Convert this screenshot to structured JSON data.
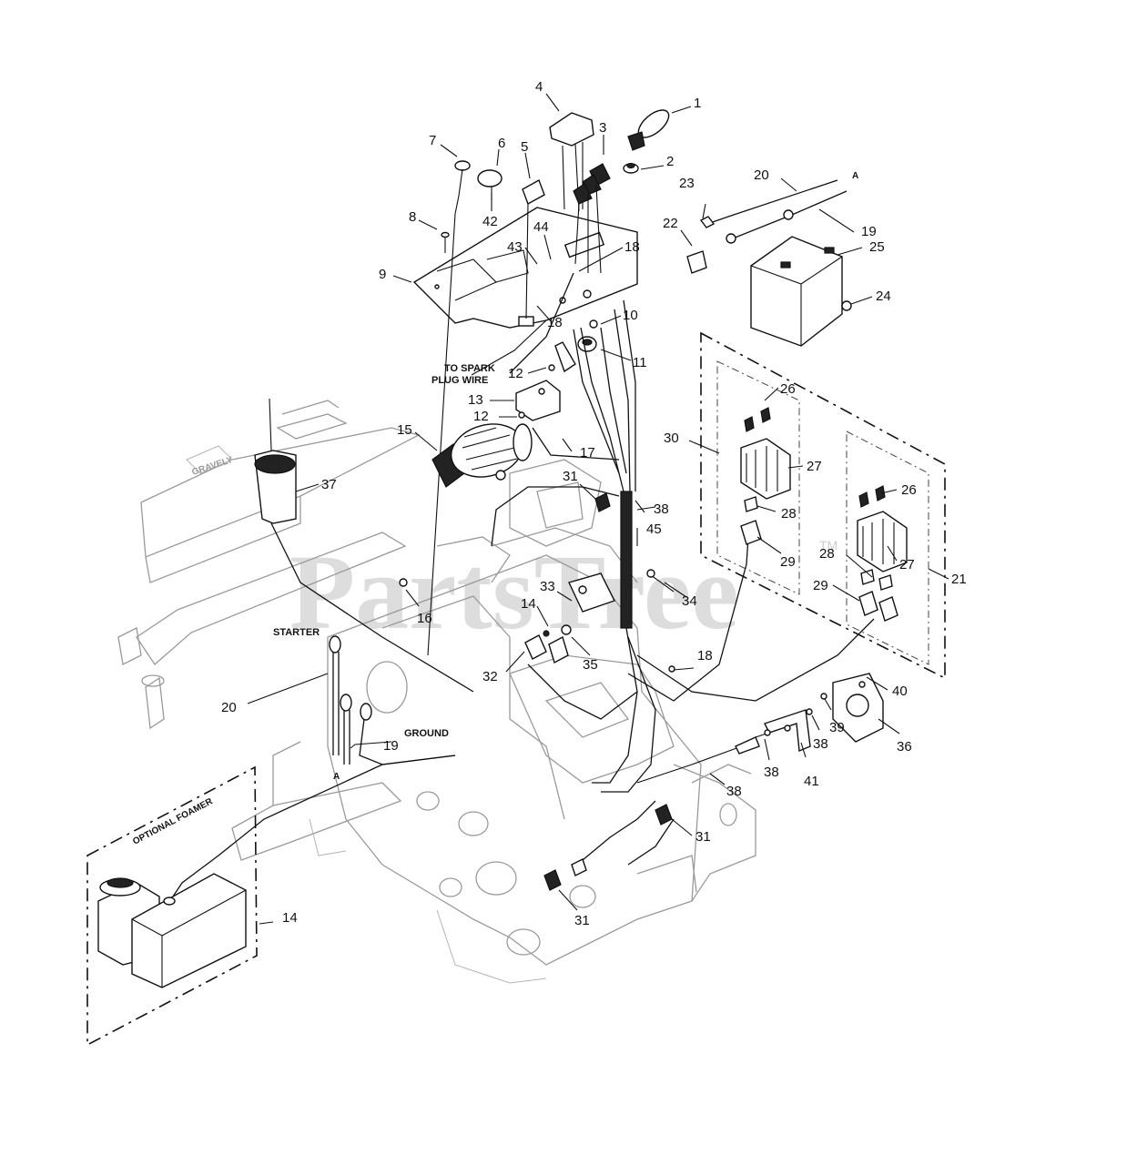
{
  "watermark": {
    "text": "PartsTree",
    "tm": "TM"
  },
  "notes": {
    "to_spark_line1": "TO SPARK",
    "to_spark_line2": "PLUG WIRE",
    "starter": "STARTER",
    "ground": "GROUND",
    "optional_foamer": "OPTIONAL FOAMER",
    "ref_a_top": "A",
    "ref_a_bottom": "A",
    "frame_brand": "GRAVELY"
  },
  "callouts": [
    {
      "label": "1"
    },
    {
      "label": "2"
    },
    {
      "label": "3"
    },
    {
      "label": "4"
    },
    {
      "label": "5"
    },
    {
      "label": "6"
    },
    {
      "label": "7"
    },
    {
      "label": "8"
    },
    {
      "label": "9"
    },
    {
      "label": "10"
    },
    {
      "label": "11"
    },
    {
      "label": "12"
    },
    {
      "label": "13"
    },
    {
      "label": "12"
    },
    {
      "label": "15"
    },
    {
      "label": "16"
    },
    {
      "label": "17"
    },
    {
      "label": "18"
    },
    {
      "label": "18"
    },
    {
      "label": "18"
    },
    {
      "label": "19"
    },
    {
      "label": "19"
    },
    {
      "label": "20"
    },
    {
      "label": "20"
    },
    {
      "label": "21"
    },
    {
      "label": "22"
    },
    {
      "label": "23"
    },
    {
      "label": "24"
    },
    {
      "label": "25"
    },
    {
      "label": "26"
    },
    {
      "label": "26"
    },
    {
      "label": "27"
    },
    {
      "label": "27"
    },
    {
      "label": "28"
    },
    {
      "label": "28"
    },
    {
      "label": "29"
    },
    {
      "label": "29"
    },
    {
      "label": "30"
    },
    {
      "label": "31"
    },
    {
      "label": "31"
    },
    {
      "label": "31"
    },
    {
      "label": "32"
    },
    {
      "label": "33"
    },
    {
      "label": "34"
    },
    {
      "label": "35"
    },
    {
      "label": "36"
    },
    {
      "label": "37"
    },
    {
      "label": "38"
    },
    {
      "label": "38"
    },
    {
      "label": "38"
    },
    {
      "label": "38"
    },
    {
      "label": "39"
    },
    {
      "label": "40"
    },
    {
      "label": "41"
    },
    {
      "label": "42"
    },
    {
      "label": "43"
    },
    {
      "label": "44"
    },
    {
      "label": "45"
    },
    {
      "label": "14"
    },
    {
      "label": "14"
    }
  ]
}
